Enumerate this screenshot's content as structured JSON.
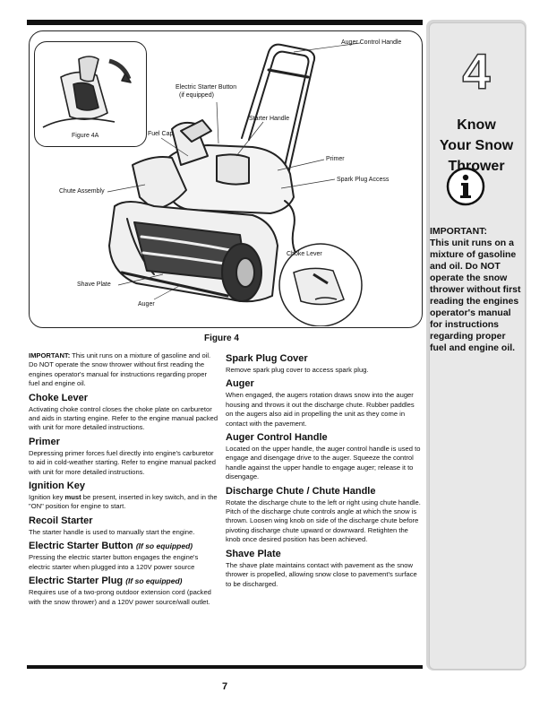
{
  "figure": {
    "caption": "Figure 4",
    "inset_label": "Figure 4A",
    "callouts": {
      "auger_control_handle": "Auger Control Handle",
      "electric_starter_button": "Electric Starter Button",
      "if_equipped": "(if equipped)",
      "starter_handle": "Starter Handle",
      "fuel_cap": "Fuel Cap",
      "primer": "Primer",
      "spark_plug_access": "Spark Plug Access",
      "chute_assembly": "Chute Assembly",
      "choke_lever": "Choke Lever",
      "shave_plate": "Shave Plate",
      "auger": "Auger"
    }
  },
  "sidebar": {
    "chapter_number": "4",
    "title_line1": "Know",
    "title_line2": "Your Snow",
    "title_line3": "Thrower",
    "icon": "info-icon",
    "note_heading": "IMPORTANT:",
    "note_text": "This unit runs on a mixture of gasoline and oil. Do NOT operate the snow thrower without first reading the engines operator's manual for instructions regarding proper fuel and engine oil."
  },
  "left_column": {
    "intro_bold": "IMPORTANT:",
    "intro_text": " This unit runs on a mixture of gasoline and oil. Do NOT operate the snow thrower without first reading the engines operator's manual for instructions regarding proper fuel and engine oil.",
    "choke_title": "Choke Lever",
    "choke_text": "Activating choke control closes the choke plate on carburetor and aids in starting engine. Refer to the engine manual packed with unit for more detailed instructions.",
    "primer_title": "Primer",
    "primer_text": "Depressing primer forces fuel directly into engine's carburetor to aid in cold-weather starting. Refer to engine manual packed with unit for more detailed instructions.",
    "ignition_title": "Ignition Key",
    "ignition_text_a": "Ignition key ",
    "ignition_text_bold": "must",
    "ignition_text_b": " be present, inserted in key switch, and in the \"ON\" position for engine to start.",
    "recoil_title": "Recoil Starter",
    "recoil_text": "The starter handle is used to manually start the engine.",
    "esb_title": "Electric Starter Button",
    "esb_sub": "(If so equipped)",
    "esb_text": "Pressing the electric starter button engages the engine's electric starter when plugged into a 120V power source",
    "esp_title": "Electric Starter Plug",
    "esp_sub": "(If so equipped)",
    "esp_text": "Requires use of a two-prong outdoor extension cord (packed with the snow thrower) and a 120V power source/wall outlet."
  },
  "right_column": {
    "spark_title": "Spark Plug Cover",
    "spark_text": "Remove spark plug cover to access spark plug.",
    "auger_title": "Auger",
    "auger_text": "When engaged, the augers rotation draws snow into the auger housing and throws it out the discharge chute. Rubber paddles on the augers also aid in propelling the unit as they come in contact with the pavement.",
    "ach_title": "Auger Control Handle",
    "ach_text": "Located on the upper handle, the auger control handle is used to engage and disengage drive to the auger. Squeeze the control handle against the upper handle to engage auger; release it to disengage.",
    "chute_title": "Discharge Chute / Chute Handle",
    "chute_text": "Rotate the discharge chute to the left or right using chute handle. Pitch of the discharge chute controls angle at which the snow is thrown. Loosen wing knob on side of the discharge chute before pivoting discharge chute upward or downward. Retighten the knob once desired position has been achieved.",
    "shave_title": "Shave Plate",
    "shave_text": "The shave plate maintains contact with pavement as the snow thrower is propelled, allowing snow close to pavement's surface to be discharged."
  },
  "page_number": "7"
}
